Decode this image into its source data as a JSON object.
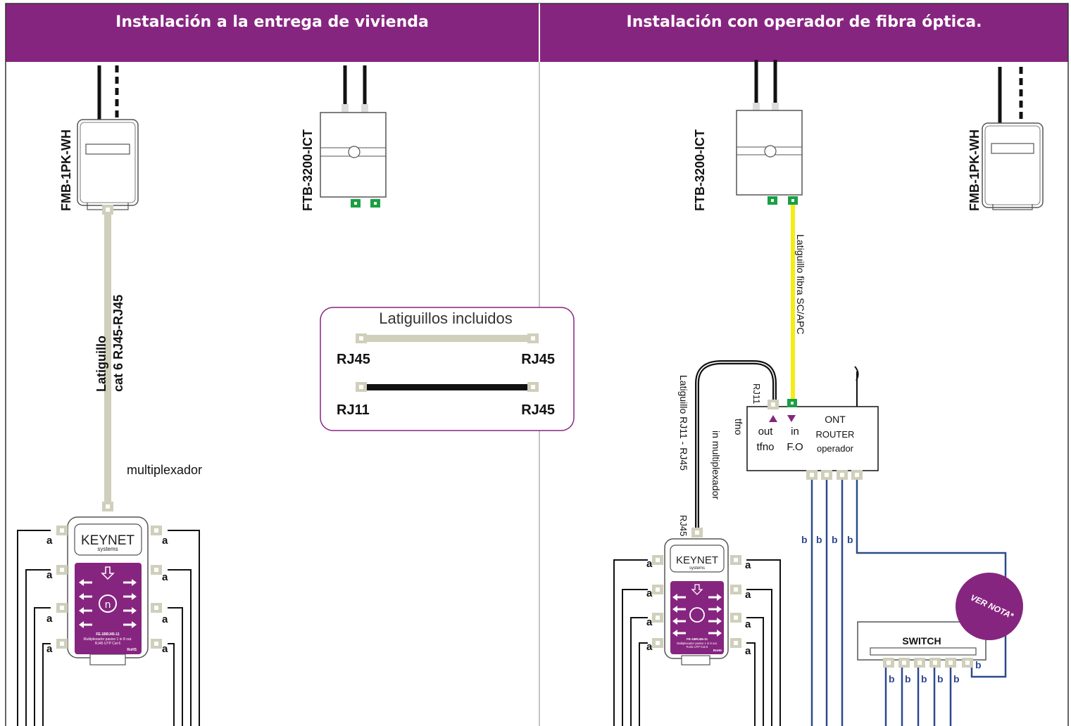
{
  "header": {
    "left_title": "Instalación a la entrega de vivienda",
    "right_title": "Instalación con operador de fibra óptica."
  },
  "devices": {
    "fmb_left": "FMB-1PK-WH",
    "ftb_left": "FTB-3200-ICT",
    "ftb_right": "FTB-3200-ICT",
    "fmb_right": "FMB-1PK-WH"
  },
  "cables": {
    "left_latiguillo_line1": "Latiguillo",
    "left_latiguillo_line2": "cat 6 RJ45-RJ45",
    "fiber_label": "Latiguillo fibra SC/APC",
    "rj11_label": "Latiguillo RJ11 - RJ45",
    "in_mux_label": "in multiplexador",
    "rj45_small": "RJ45",
    "rj11_small": "RJ11",
    "tfno_small": "tfno",
    "multiplexador": "multiplexador"
  },
  "legend": {
    "title": "Latiguillos incluidos",
    "row1_left": "RJ45",
    "row1_right": "RJ45",
    "row2_left": "RJ11",
    "row2_right": "RJ45"
  },
  "ont": {
    "out_label": "out",
    "out_sub": "tfno",
    "in_label": "in",
    "in_sub": "F.O",
    "title": "ONT",
    "sub1": "ROUTER",
    "sub2": "operador"
  },
  "mux": {
    "brand": "KEYNET",
    "brand_sub": "systems",
    "model": "FE-1BRJ45-11",
    "desc1": "Multiplexador pasivo 1 in 8 out.",
    "desc2": "RJ45 UTP Cat 6",
    "rohs": "RoHS",
    "port_label": "a"
  },
  "switch": {
    "label": "SWITCH",
    "port_label": "b"
  },
  "note_badge": "VER NOTA*",
  "colors": {
    "purple": "#86257f",
    "cable_beige": "#cfcfbb",
    "fiber_yellow": "#f4ec14",
    "green_connector": "#19a043",
    "blue_wire": "#2c4a8c"
  }
}
